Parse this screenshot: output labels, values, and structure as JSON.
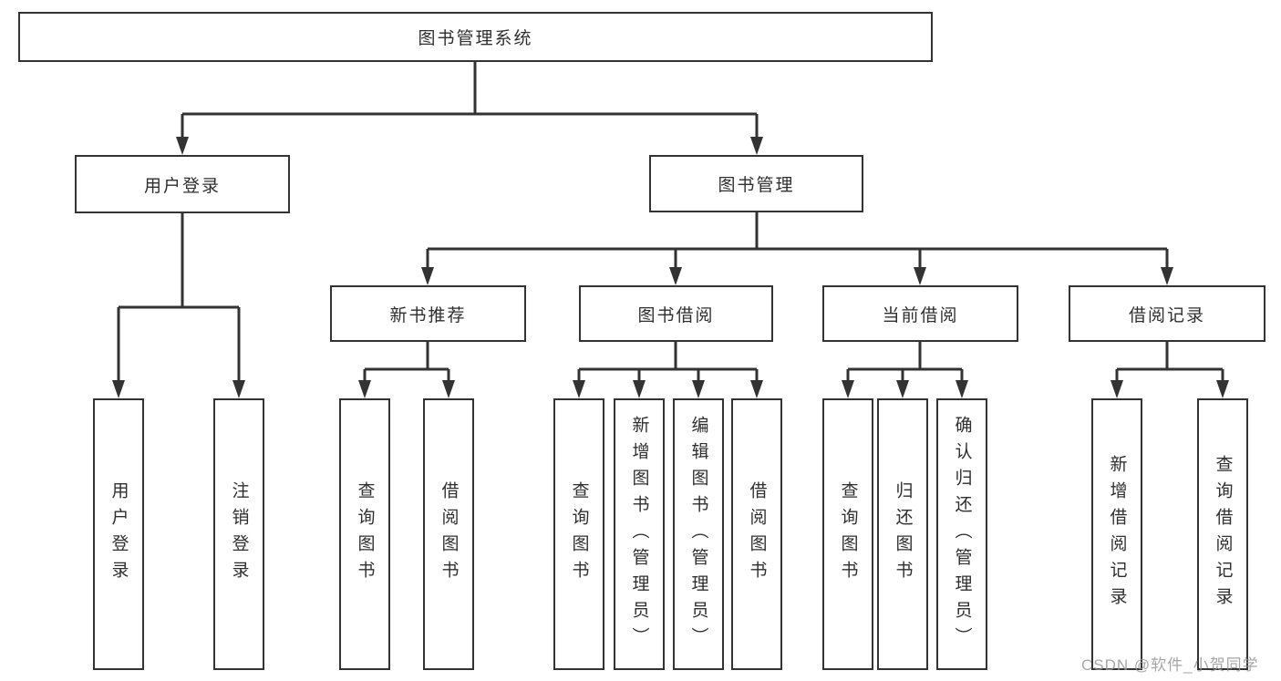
{
  "diagram": {
    "type": "tree-structure-chart",
    "colors": {
      "line": "#333333",
      "box_border": "#333333",
      "box_background": "#ffffff",
      "text": "#2f2f2f",
      "watermark": "#969696"
    },
    "watermark": "CSDN @软件_小贺同学",
    "tree": {
      "root": {
        "label": "图书管理系统",
        "children": [
          {
            "label": "用户登录",
            "children": [
              {
                "label": "用户登录"
              },
              {
                "label": "注销登录"
              }
            ]
          },
          {
            "label": "图书管理",
            "children": [
              {
                "label": "新书推荐",
                "children": [
                  {
                    "label": "查询图书"
                  },
                  {
                    "label": "借阅图书"
                  }
                ]
              },
              {
                "label": "图书借阅",
                "children": [
                  {
                    "label": "查询图书"
                  },
                  {
                    "label": "新增图书（管理员）"
                  },
                  {
                    "label": "编辑图书（管理员）"
                  },
                  {
                    "label": "借阅图书"
                  }
                ]
              },
              {
                "label": "当前借阅",
                "children": [
                  {
                    "label": "查询图书"
                  },
                  {
                    "label": "归还图书"
                  },
                  {
                    "label": "确认归还（管理员）"
                  }
                ]
              },
              {
                "label": "借阅记录",
                "children": [
                  {
                    "label": "新增借阅记录"
                  },
                  {
                    "label": "查询借阅记录"
                  }
                ]
              }
            ]
          }
        ]
      }
    }
  }
}
